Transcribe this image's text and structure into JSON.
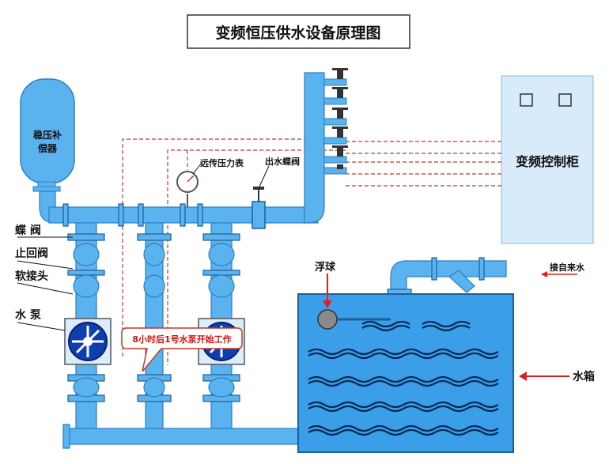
{
  "title": "变频恒压供水设备原理图",
  "labels": {
    "accumulator": "稳压补偿器",
    "accumulator_line1": "稳压补",
    "accumulator_line2": "偿器",
    "remote_gauge": "远传压力表",
    "outlet_valve": "出水蝶阀",
    "control_cabinet": "变频控制柜",
    "butterfly_valve": "蝶 阀",
    "check_valve": "止回阀",
    "soft_joint": "软接头",
    "pump": "水 泵",
    "float_ball": "浮球",
    "tap_water": "接自来水",
    "water_tank": "水箱",
    "pump_note": "8小时后1号水泵开始工作"
  },
  "colors": {
    "pipe": "#5ab3ee",
    "pipe_dark": "#2a7fc4",
    "tank": "#3a9fe8",
    "cabinet_fill": "#d7ebfb",
    "signal_line": "#c0392b",
    "arrow": "#e02020",
    "wave": "#0a2a55"
  }
}
